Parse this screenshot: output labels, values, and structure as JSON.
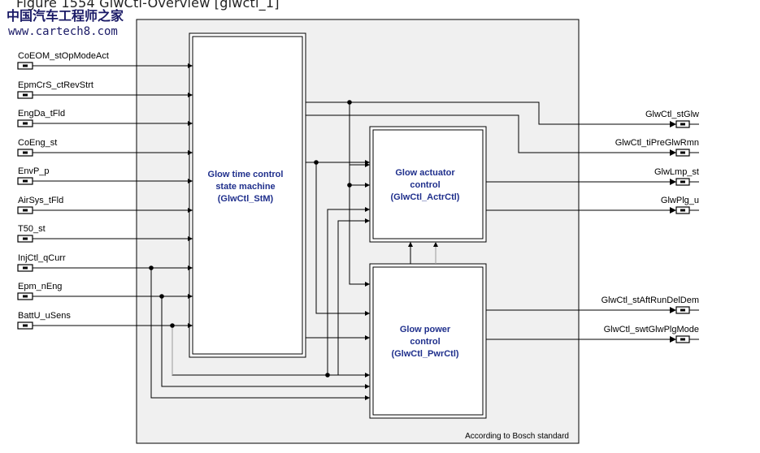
{
  "figure": {
    "title": "Figure 1554   GlwCtl-Overview [glwctl_1]",
    "watermark_cn": "中国汽车工程师之家",
    "watermark_url": "www.cartech8.com",
    "footer": "According to Bosch standard"
  },
  "colors": {
    "frame_fill": "#f0f0f0",
    "block_fill": "#ffffff",
    "block_text": "#1f2f8c",
    "line": "#000000",
    "gray_line": "#9a9a9a",
    "watermark": "#1a1a66"
  },
  "blocks": {
    "stm": {
      "lines": [
        "Glow time control",
        "state machine",
        "(GlwCtl_StM)"
      ]
    },
    "actr": {
      "lines": [
        "Glow  actuator",
        "control",
        "(GlwCtl_ActrCtl)"
      ]
    },
    "pwr": {
      "lines": [
        "Glow  power",
        "control",
        "(GlwCtl_PwrCtl)"
      ]
    }
  },
  "inputs": [
    "CoEOM_stOpModeAct",
    "EpmCrS_ctRevStrt",
    "EngDa_tFld",
    "CoEng_st",
    "EnvP_p",
    "AirSys_tFld",
    "T50_st",
    "InjCtl_qCurr",
    "Epm_nEng",
    "BattU_uSens"
  ],
  "outputs": [
    "GlwCtl_stGlw",
    "GlwCtl_tiPreGlwRmn",
    "GlwLmp_st",
    "GlwPlg_u",
    "GlwCtl_stAftRunDelDem",
    "GlwCtl_swtGlwPlgMode"
  ]
}
